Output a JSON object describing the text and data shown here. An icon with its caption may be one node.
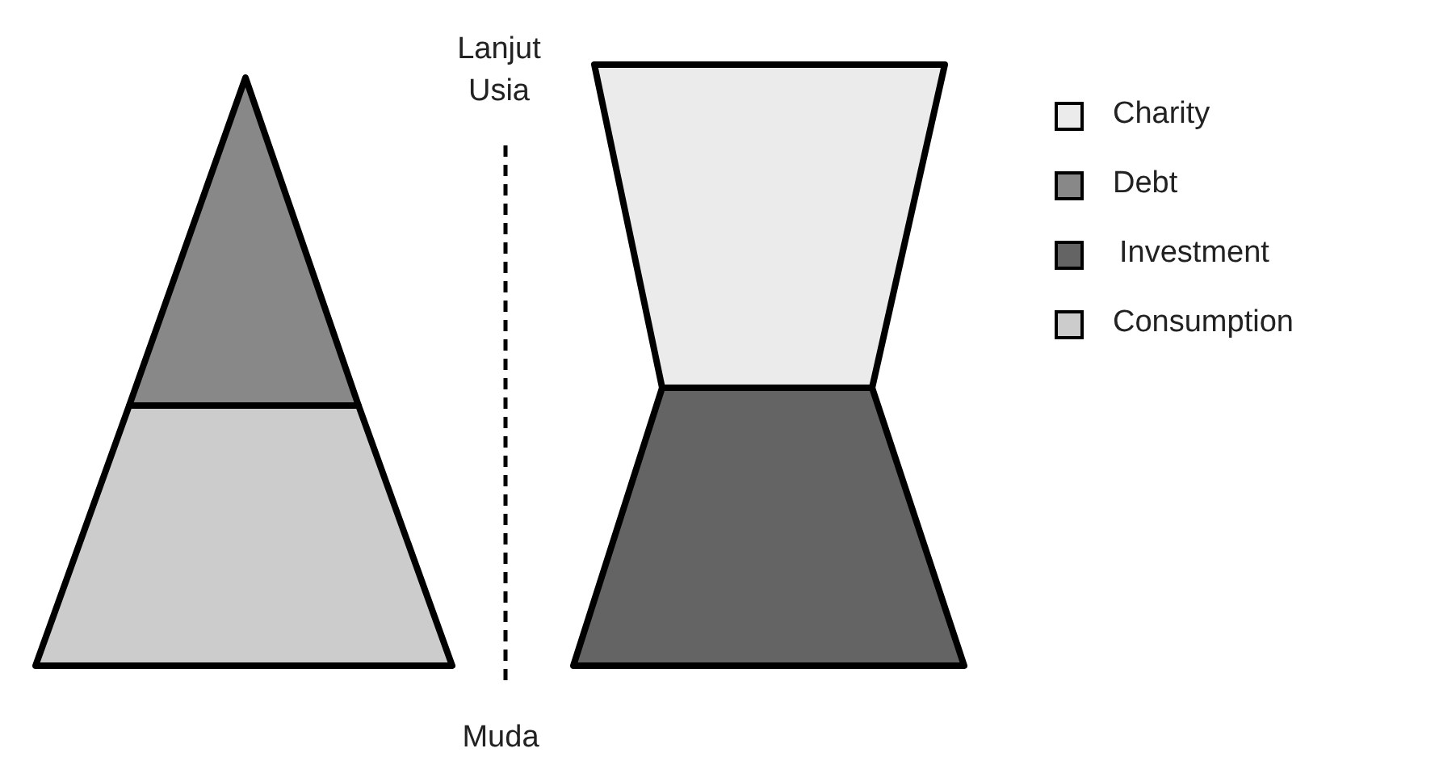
{
  "diagram": {
    "labels": [
      "Lanjut Usia",
      "Muda"
    ],
    "legend": [
      {
        "text": "Charity",
        "color": "#ebebeb"
      },
      {
        "text": "Debt",
        "color": "#888888"
      },
      {
        "text": "Investment",
        "color": "#646464"
      },
      {
        "text": "Consumption",
        "color": "#cccccc"
      }
    ]
  }
}
